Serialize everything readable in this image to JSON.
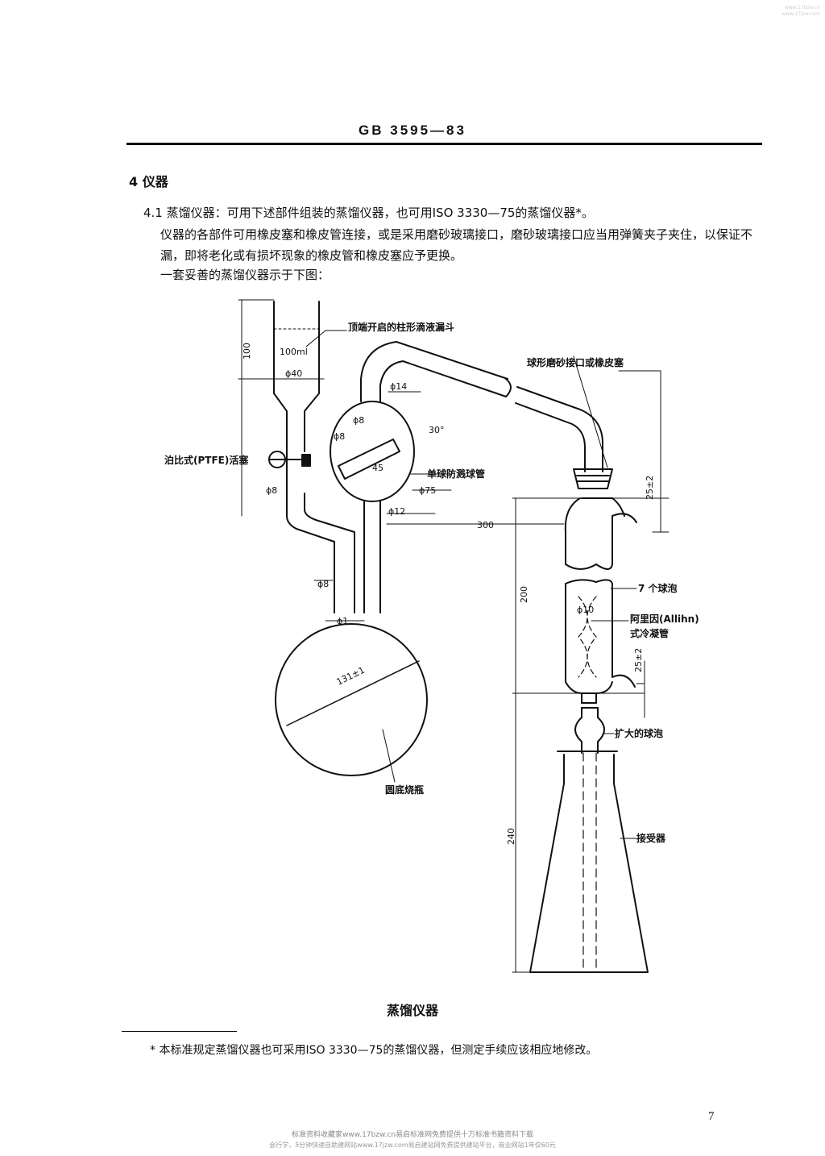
{
  "header": {
    "code": "GB  3595—83"
  },
  "section": {
    "title": "4  仪器"
  },
  "paragraphs": {
    "p1": "4.1  蒸馏仪器：可用下述部件组装的蒸馏仪器，也可用ISO 3330—75的蒸馏仪器*。",
    "p2": "仪器的各部件可用橡皮塞和橡皮管连接，或是采用磨砂玻璃接口，磨砂玻璃接口应当用弹簧夹子夹住，以保证不漏，即将老化或有损坏现象的橡皮管和橡皮塞应予更换。",
    "p3": "一套妥善的蒸馏仪器示于下图："
  },
  "diagram": {
    "labels": {
      "funnel": "顶端开启的柱形滴液漏斗",
      "stopcock": "泊比式(PTFE)活塞",
      "joint": "球形磨砂接口或橡皮塞",
      "antisplash": "单球防溅球管",
      "bulbs": "7 个球泡",
      "allihn_1": "阿里因(Allihn)",
      "allihn_2": "式冷凝管",
      "enlarged_bulb": "扩大的球泡",
      "receiver": "接受器",
      "flask": "圆底烧瓶"
    },
    "dims": {
      "d100": "100",
      "vol": "100ml",
      "phi40": "ϕ40",
      "phi14": "ϕ14",
      "phi8_a": "ϕ8",
      "phi8_b": "ϕ8",
      "ang30": "30°",
      "len45": "45",
      "phi8_c": "ϕ8",
      "phi75": "ϕ75",
      "phi12": "ϕ12",
      "d300": "300",
      "d25a": "25±2",
      "d200": "200",
      "phi10": "ϕ10",
      "d25b": "25±2",
      "phi8_d": "ϕ8",
      "phi1": "ϕ1",
      "d131": "131±1",
      "d240": "240"
    }
  },
  "caption": "蒸馏仪器",
  "footnote": "* 本标准规定蒸馏仪器也可采用ISO 3330—75的蒸馏仪器，但测定手续应该相应地修改。",
  "page_number": "7",
  "watermark": {
    "line1": "标准资料收藏家www.17bzw.cn易启标准网免费提供十万标准书籍资料下载",
    "line2": "会行学，5分钟快速自助建网站www.17jzw.com易启建站网免费提供建站平台，商业网站1年仅60元",
    "corner": "www.17bzw.cn www.17jzw.com"
  }
}
